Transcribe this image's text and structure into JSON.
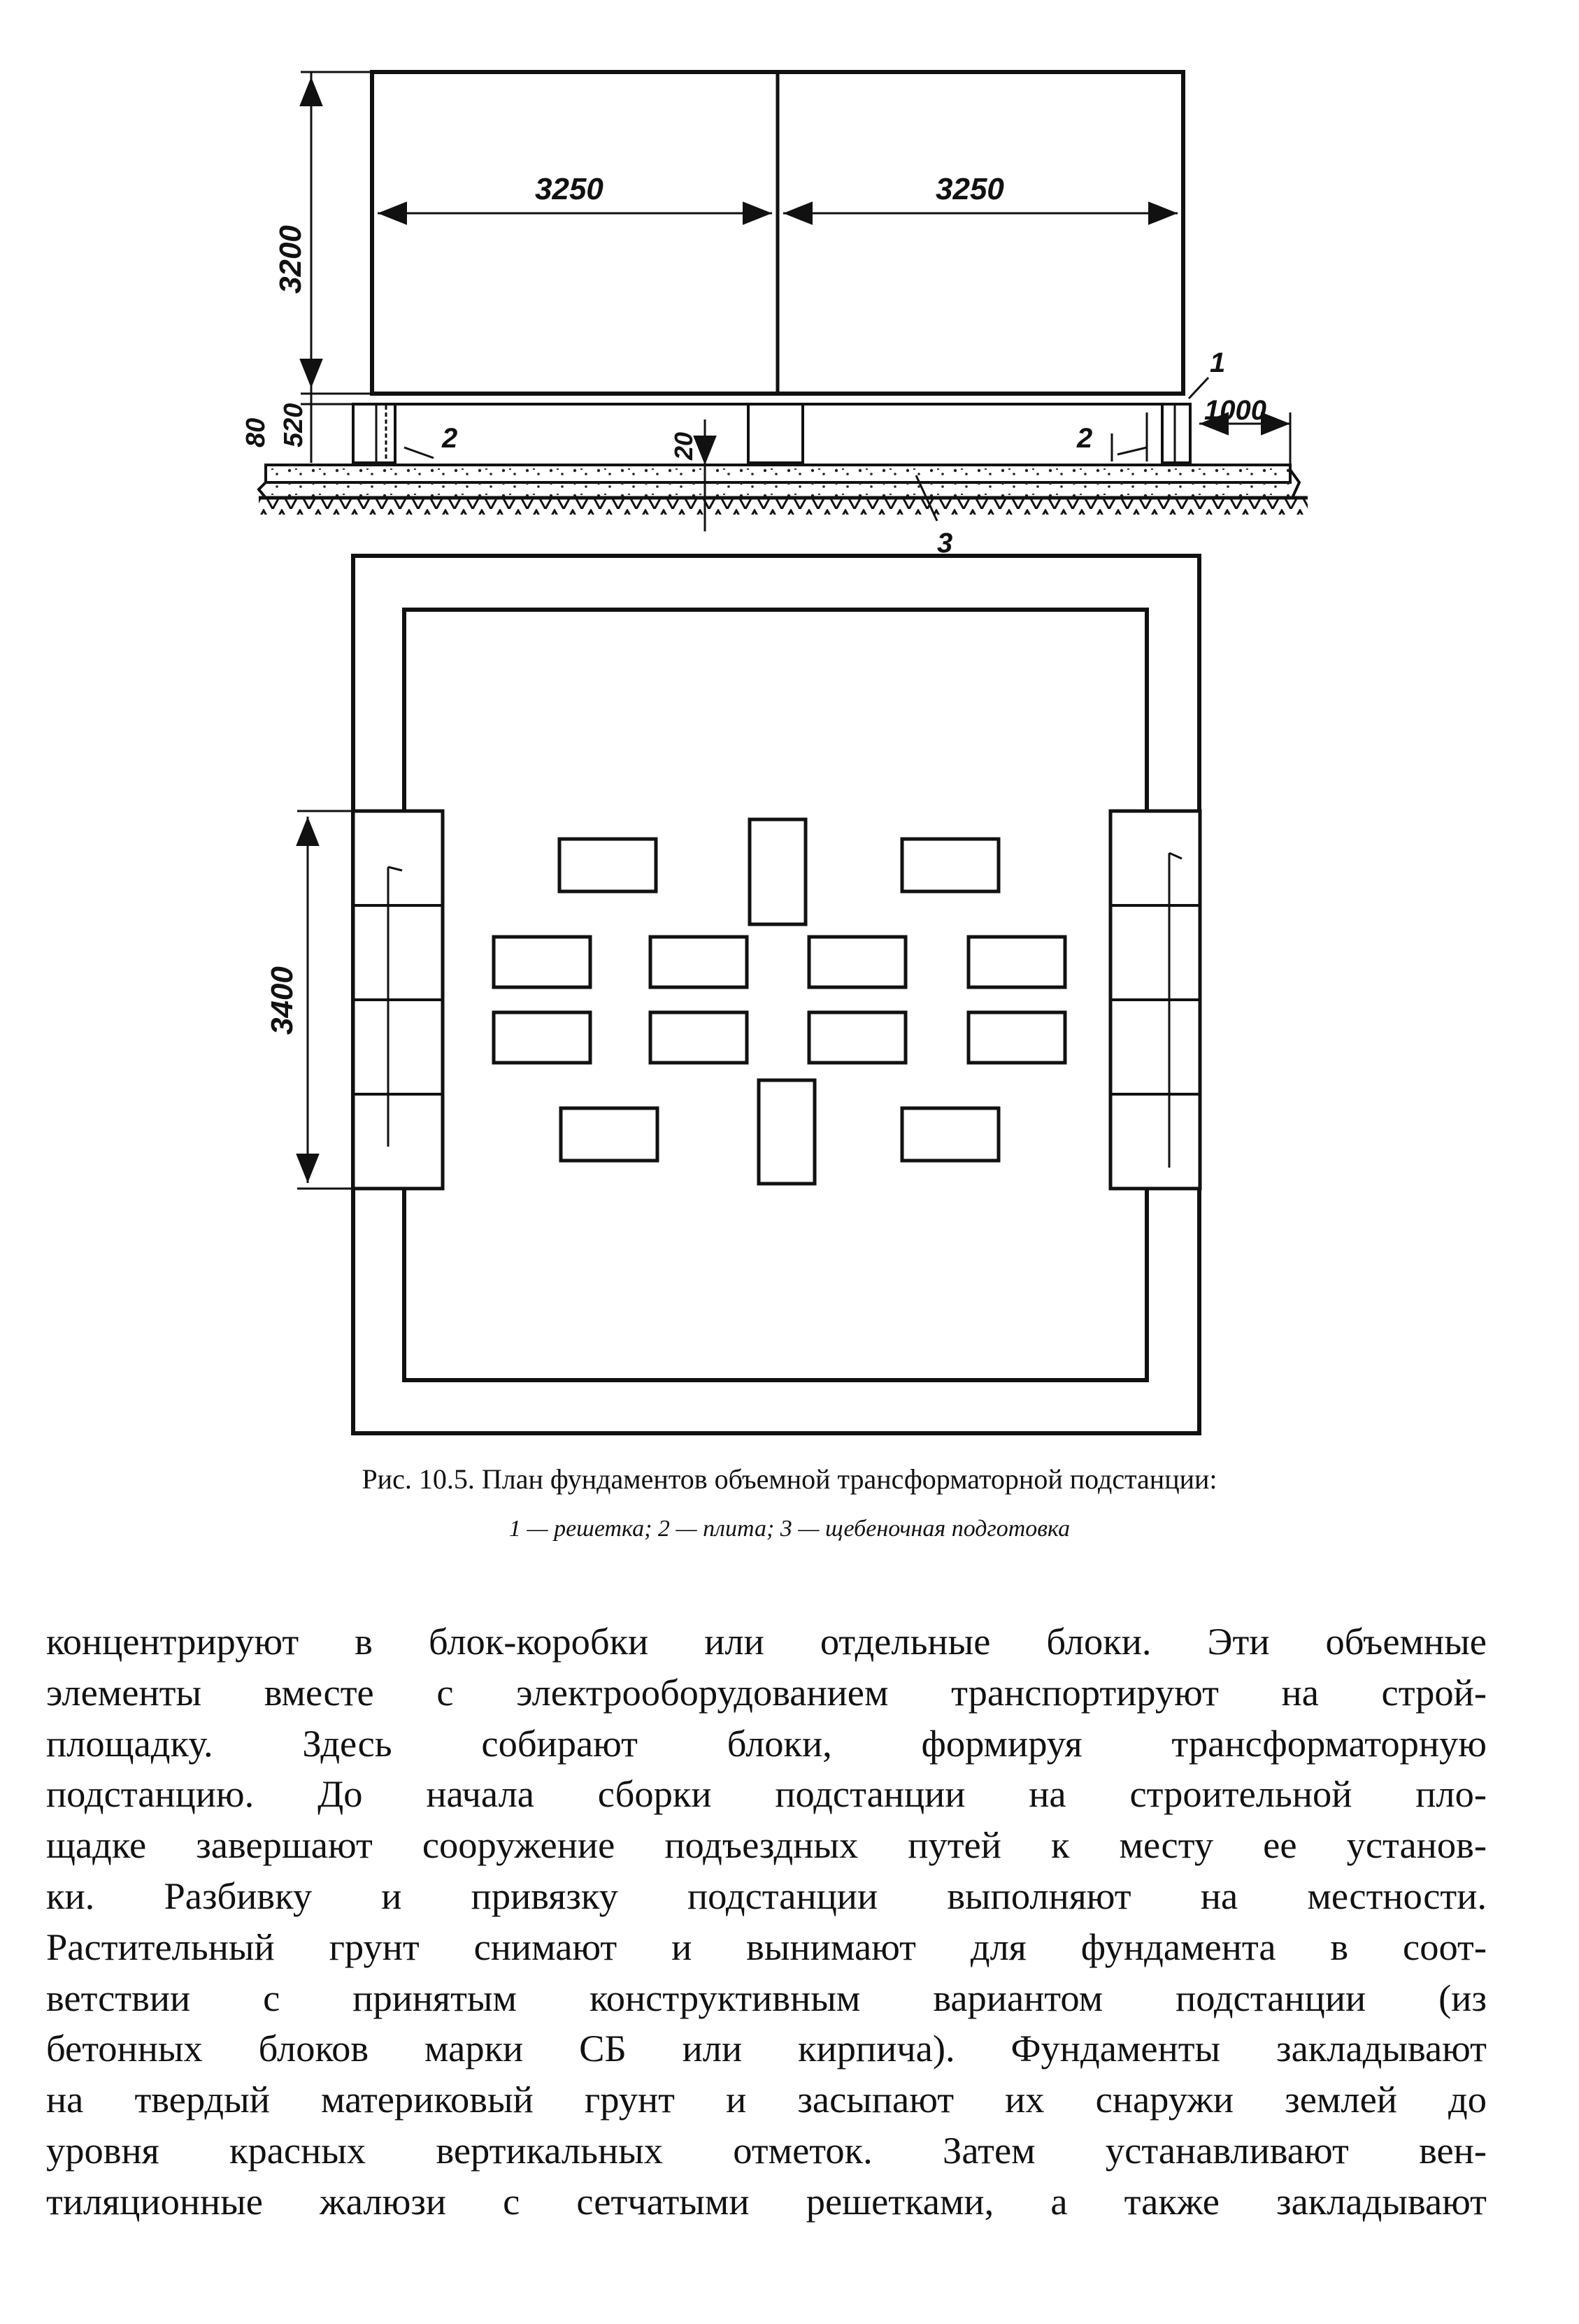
{
  "figure": {
    "dimensions": {
      "width_left": "3250",
      "width_right": "3250",
      "height": "3200",
      "base_height": "520",
      "slab_thickness": "80",
      "offset": "1000",
      "gap": "20",
      "plan_span": "3400"
    },
    "callouts": {
      "grille": "1",
      "plate_left": "2",
      "plate_right": "2",
      "gravel": "3"
    }
  },
  "caption": {
    "title": "Рис. 10.5. План фундаментов объемной трансформаторной подстанции:",
    "legend": "1 — решетка; 2 — плита; 3 — щебеночная подготовка"
  },
  "body": {
    "lines": [
      "концентрируют в блок-коробки или отдельные блоки. Эти объемные",
      "элементы вместе с электрооборудованием транспортируют на строй-",
      "площадку. Здесь собирают блоки, формируя трансформаторную",
      "подстанцию. До начала сборки подстанции на строительной пло-",
      "щадке завершают сооружение подъездных путей к месту ее установ-",
      "ки. Разбивку и привязку подстанции выполняют на местности.",
      "Растительный грунт снимают и вынимают для фундамента в соот-",
      "ветствии с принятым конструктивным вариантом подстанции (из",
      "бетонных блоков марки СБ или кирпича). Фундаменты закладывают",
      "на твердый материковый грунт и засыпают их снаружи землей до",
      "уровня красных вертикальных отметок. Затем устанавливают вен-",
      "тиляционные жалюзи с сетчатыми решетками, а также закладывают"
    ]
  }
}
